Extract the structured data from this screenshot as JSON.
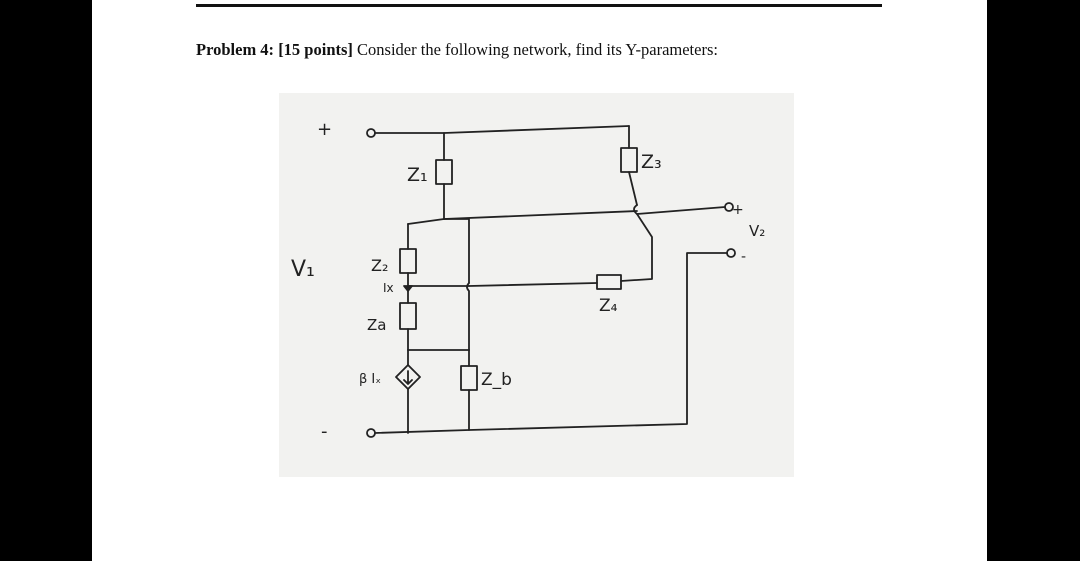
{
  "problem": {
    "heading": "Problem 4:",
    "points": "[15 points]",
    "statement": "Consider the following network, find its Y-parameters:"
  },
  "circuit": {
    "port1_plus": "+",
    "port1_minus": "-",
    "port1_voltage": "V₁",
    "port2_plus": "+",
    "port2_minus": "-",
    "port2_voltage": "V₂",
    "z1": "Z₁",
    "z2": "Z₂",
    "za": "Za",
    "zb": "Z_b",
    "z3": "Z₃",
    "z4": "Z₄",
    "ix": "Ix",
    "dep_source": "β Iₓ",
    "ink_color": "#222222"
  }
}
